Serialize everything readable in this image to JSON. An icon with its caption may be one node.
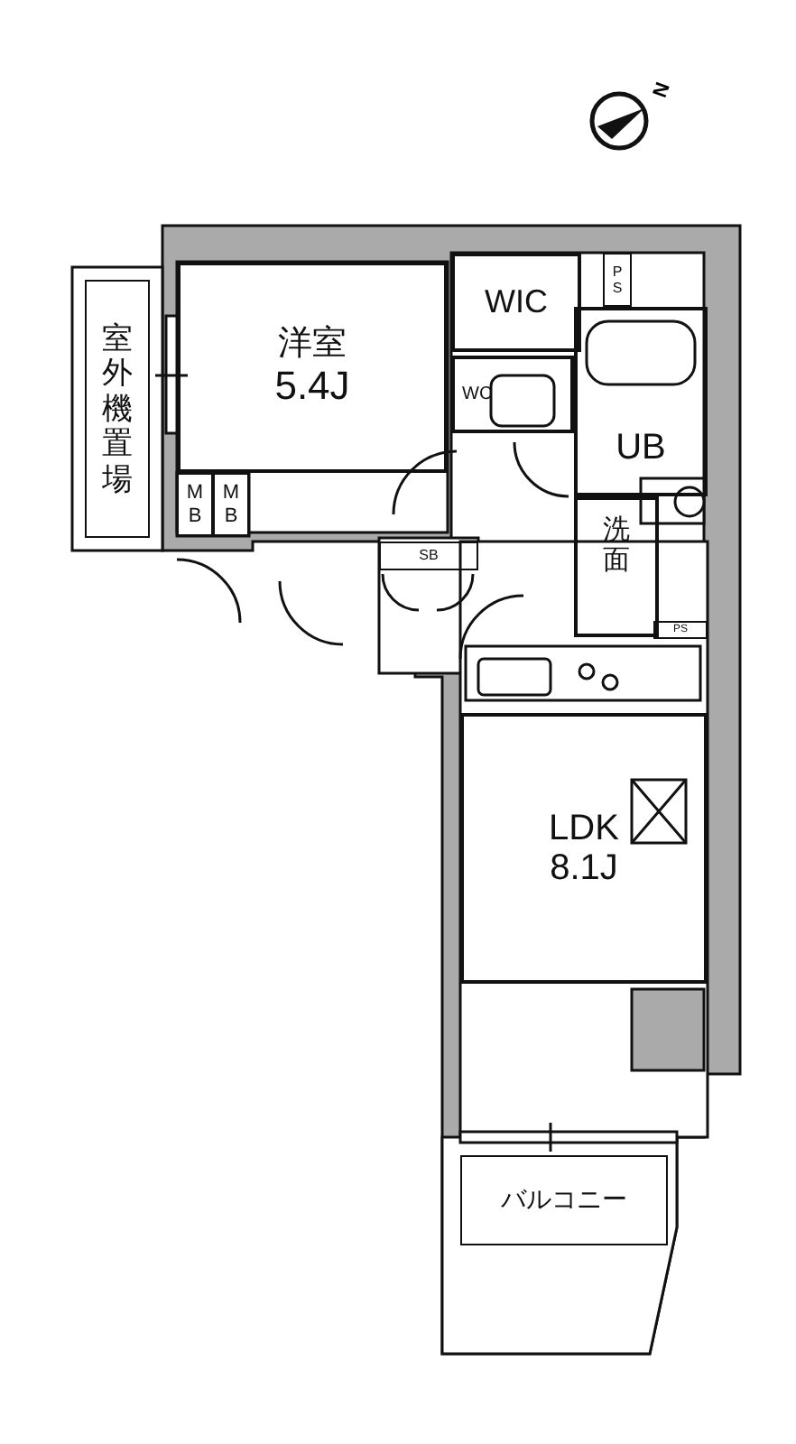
{
  "diagram": {
    "nodes": [
      {
        "text": [
          "室外機置場"
        ]
      },
      {
        "text": [
          "洋室",
          "5.4J"
        ]
      },
      {
        "text": [
          "WIC"
        ]
      },
      {
        "text": [
          "PS"
        ]
      },
      {
        "text": [
          "WC"
        ]
      },
      {
        "text": [
          "UB"
        ]
      },
      {
        "text": [
          "洗面"
        ]
      },
      {
        "text": [
          "PS"
        ]
      },
      {
        "text": [
          "MB"
        ]
      },
      {
        "text": [
          "MB"
        ]
      },
      {
        "text": [
          "SB"
        ]
      },
      {
        "text": [
          "LDK",
          "8.1J"
        ]
      },
      {
        "text": [
          "バルコニー"
        ]
      }
    ],
    "labels": [
      "N"
    ]
  }
}
